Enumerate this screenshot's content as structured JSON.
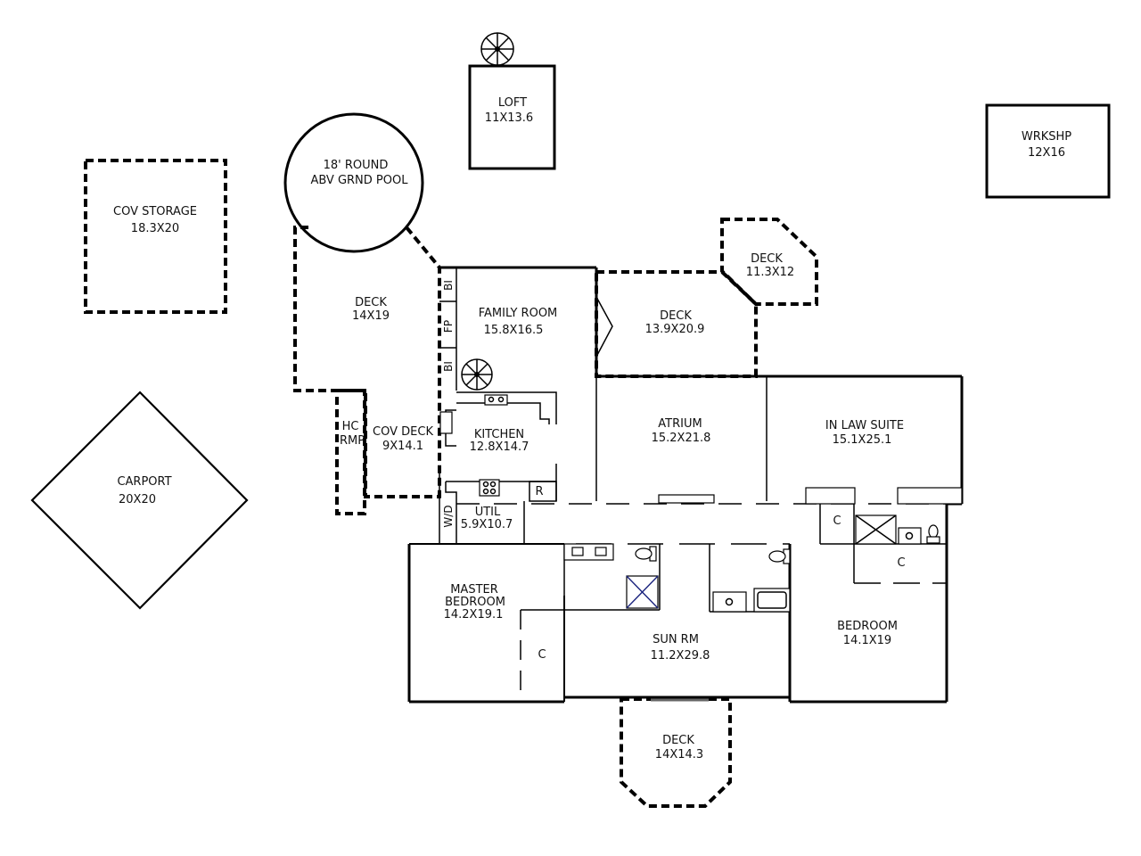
{
  "rooms": {
    "loft": {
      "name": "LOFT",
      "size": "11X13.6"
    },
    "wrkshp": {
      "name": "WRKSHP",
      "size": "12X16"
    },
    "cov_storage": {
      "name": "COV STORAGE",
      "size": "18.3X20"
    },
    "pool": {
      "line1": "18' ROUND",
      "line2": "ABV GRND POOL"
    },
    "deck_left": {
      "name": "DECK",
      "size": "14X19"
    },
    "deck_top_right": {
      "name": "DECK",
      "size": "11.3X12"
    },
    "deck_mid": {
      "name": "DECK",
      "size": "13.9X20.9"
    },
    "family_room": {
      "name": "FAMILY ROOM",
      "size": "15.8X16.5"
    },
    "kitchen": {
      "name": "KITCHEN",
      "size": "12.8X14.7"
    },
    "cov_deck": {
      "name": "COV DECK",
      "size": "9X14.1"
    },
    "hc_rmp": {
      "line1": "HC",
      "line2": "RMP"
    },
    "carport": {
      "name": "CARPORT",
      "size": "20X20"
    },
    "atrium": {
      "name": "ATRIUM",
      "size": "15.2X21.8"
    },
    "in_law_suite": {
      "name": "IN LAW SUITE",
      "size": "15.1X25.1"
    },
    "util": {
      "name": "UTIL",
      "size": "5.9X10.7"
    },
    "master_bedroom": {
      "line1": "MASTER",
      "line2": "BEDROOM",
      "size": "14.2X19.1"
    },
    "sun_rm": {
      "name": "SUN RM",
      "size": "11.2X29.8"
    },
    "bedroom": {
      "name": "BEDROOM",
      "size": "14.1X19"
    },
    "deck_bottom": {
      "name": "DECK",
      "size": "14X14.3"
    }
  },
  "small_labels": {
    "bi_top": "BI",
    "fp": "FP",
    "bi_bottom": "BI",
    "wd": "W/D",
    "refrigerator": "R",
    "closet_master": "C",
    "closet_suite": "C",
    "closet_bedroom": "C"
  },
  "colors": {
    "line": "#000000",
    "background": "#ffffff",
    "shower_diagonal": "#1a237e"
  }
}
